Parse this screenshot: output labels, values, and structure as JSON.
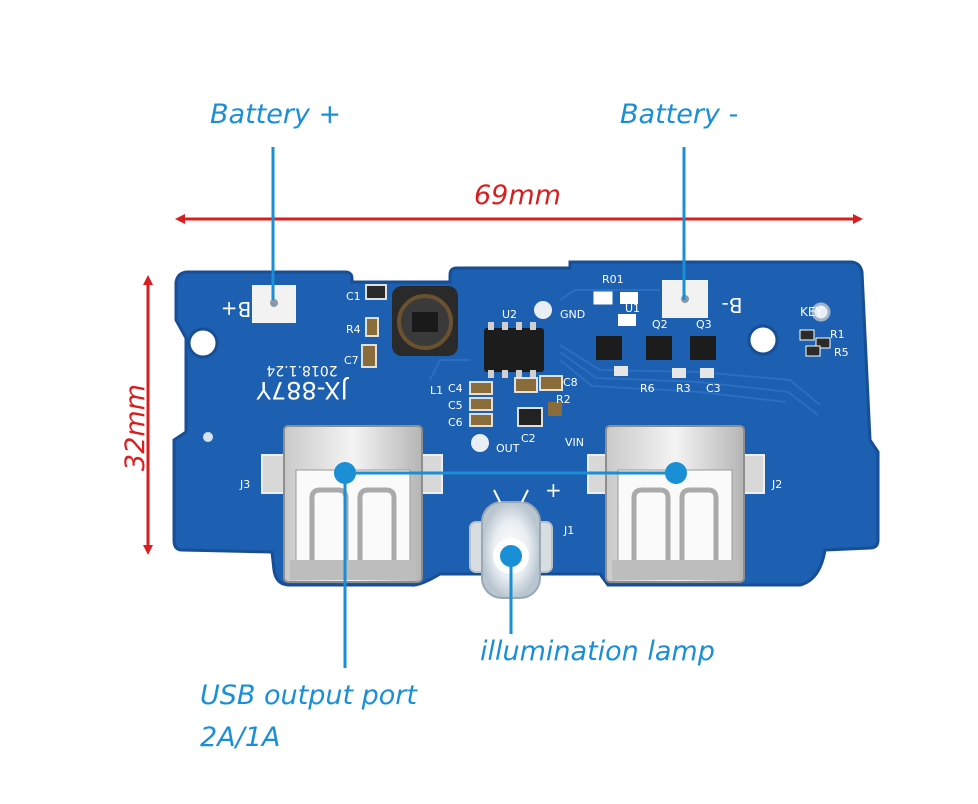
{
  "labels": {
    "battery_plus": "Battery +",
    "battery_minus": "Battery -",
    "usb_output_line1": "USB output port",
    "usb_output_line2": "2A/1A",
    "illumination": "illumination lamp"
  },
  "dimensions": {
    "width": "69mm",
    "height": "32mm"
  },
  "board": {
    "model": "JX-887Y",
    "date": "2018.1.24",
    "b_plus": "B+",
    "b_minus": "B-",
    "key": "KEY",
    "gnd": "GND",
    "out": "OUT",
    "vin": "VIN",
    "plus_mark": "+",
    "ref_c1": "C1",
    "ref_r4": "R4",
    "ref_c7": "C7",
    "ref_l1": "L1",
    "ref_c4": "C4",
    "ref_c5": "C5",
    "ref_c6": "C6",
    "ref_c8": "C8",
    "ref_r2": "R2",
    "ref_c2": "C2",
    "ref_u2": "U2",
    "ref_u1": "U1",
    "ref_q2": "Q2",
    "ref_q3": "Q3",
    "ref_r01": "R01",
    "ref_r1": "R1",
    "ref_r5": "R5",
    "ref_r6": "R6",
    "ref_r3": "R3",
    "ref_c3": "C3",
    "ref_j1": "J1",
    "ref_j2": "J2",
    "ref_j3": "J3"
  },
  "colors": {
    "callout": "#1a8fd6",
    "dimension": "#d81e1e",
    "pcb": "#1d5fb0",
    "pcb_dark": "#174e96",
    "silkscreen": "#ffffff"
  }
}
